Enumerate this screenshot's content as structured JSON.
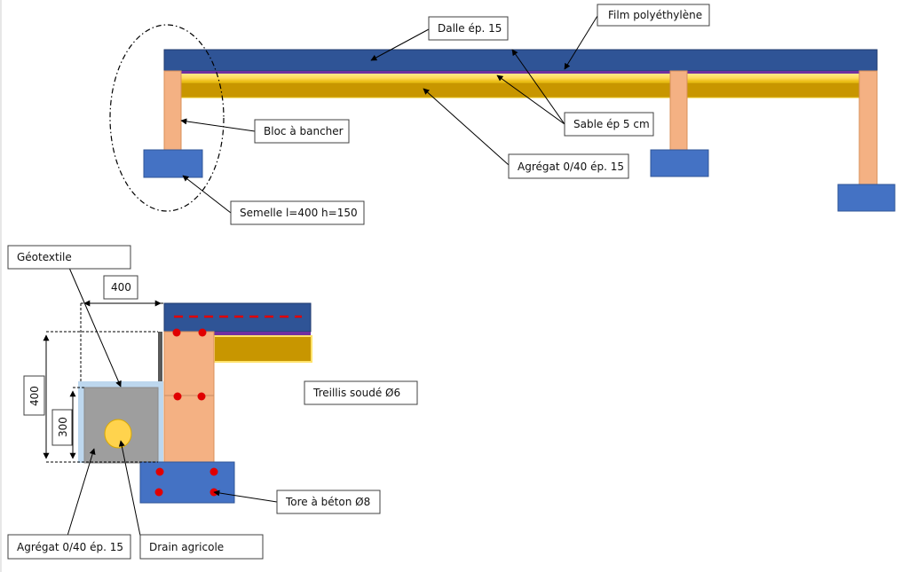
{
  "labels": {
    "dalle": "Dalle ép. 15",
    "film": "Film polyéthylène",
    "bloc": "Bloc à bancher",
    "sable": "Sable ép 5 cm",
    "agregat_top": "Agrégat 0/40 ép. 15",
    "semelle": "Semelle l=400 h=150",
    "geotextile": "Géotextile",
    "dim_400_h": "400",
    "dim_400_v": "400",
    "dim_300_v": "300",
    "treillis": "Treillis soudé Ø6",
    "tore": "Tore à béton Ø8",
    "agregat_bottom": "Agrégat 0/40 ép. 15",
    "drain": "Drain agricole"
  },
  "colors": {
    "slab": "#2F5496",
    "footing": "#4472C4",
    "block": "#F4B183",
    "gravel": "#C89600",
    "sand": "#FFE26A",
    "film": "#7030A0",
    "rebar": "#E00000",
    "geotextile": "#BDD7EE",
    "drain_fill": "#9E9E9E",
    "drain_pipe": "#FFD34D"
  }
}
